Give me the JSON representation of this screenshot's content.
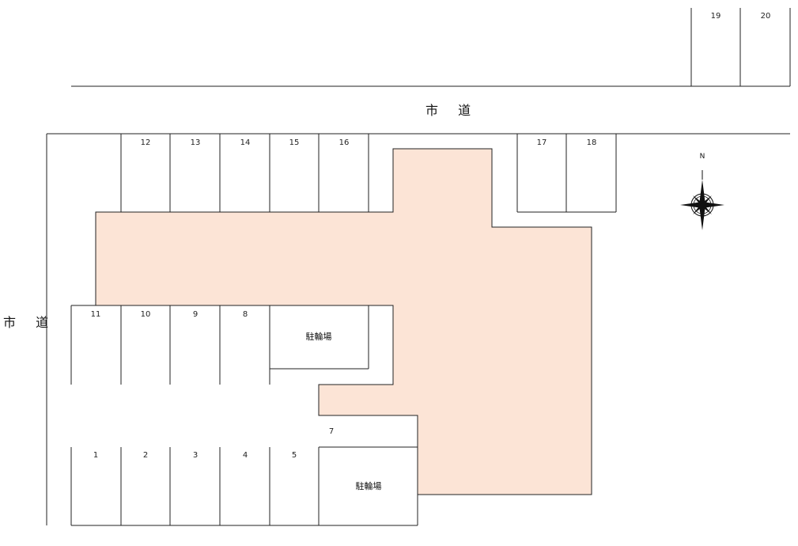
{
  "colors": {
    "building": "#fce4d6",
    "line": "#222222",
    "background": "#ffffff"
  },
  "roads": {
    "north_label": "市 道",
    "west_label": "市 道"
  },
  "compass": {
    "label": "N",
    "icon": "compass-rose-icon"
  },
  "bicycle_parking": [
    {
      "label": "駐輪場"
    },
    {
      "label": "駐輪場"
    }
  ],
  "parking_spaces": [
    {
      "number": "1"
    },
    {
      "number": "2"
    },
    {
      "number": "3"
    },
    {
      "number": "4"
    },
    {
      "number": "5"
    },
    {
      "number": "7"
    },
    {
      "number": "8"
    },
    {
      "number": "9"
    },
    {
      "number": "10"
    },
    {
      "number": "11"
    },
    {
      "number": "12"
    },
    {
      "number": "13"
    },
    {
      "number": "14"
    },
    {
      "number": "15"
    },
    {
      "number": "16"
    },
    {
      "number": "17"
    },
    {
      "number": "18"
    },
    {
      "number": "19"
    },
    {
      "number": "20"
    }
  ]
}
